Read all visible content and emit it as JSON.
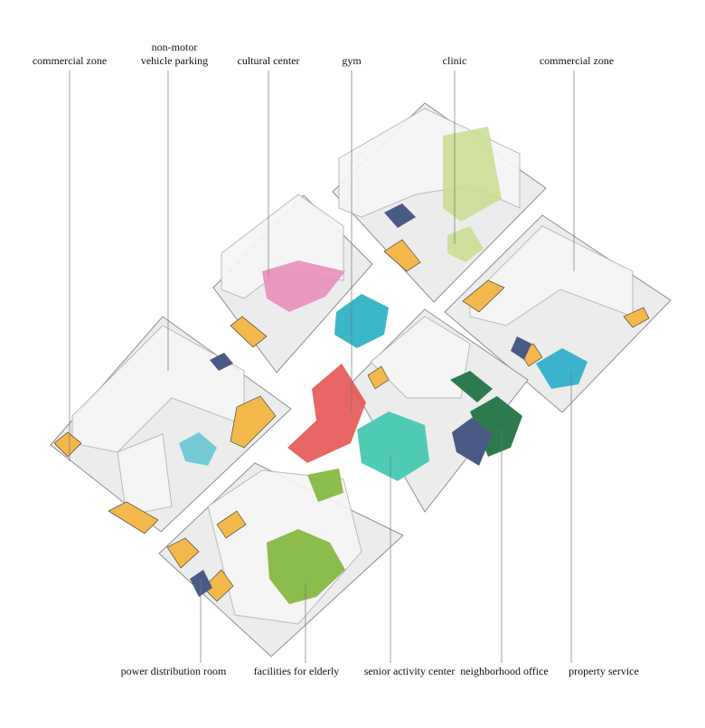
{
  "top_labels": [
    {
      "id": "commercial-zone-left",
      "text": "commercial zone"
    },
    {
      "id": "non-motor-parking",
      "line1": "non-motor",
      "line2": "vehicle parking"
    },
    {
      "id": "cultural-center",
      "text": "cultural center"
    },
    {
      "id": "gym",
      "text": "gym"
    },
    {
      "id": "clinic",
      "text": "clinic"
    },
    {
      "id": "commercial-zone-right",
      "text": "commercial zone"
    }
  ],
  "bottom_labels": [
    {
      "id": "power-distribution-room",
      "text": "power distribution room"
    },
    {
      "id": "facilities-for-elderly",
      "text": "facilities for elderly"
    },
    {
      "id": "senior-activity-center",
      "text": "senior activity center"
    },
    {
      "id": "neighborhood-office",
      "text": "neighborhood office"
    },
    {
      "id": "property-service",
      "text": "property service"
    }
  ],
  "colors": {
    "plate": "#ebebeb",
    "plate_edge": "#9a9a9a",
    "shadow": "#2a2a2a",
    "commercial": "#f2b84b",
    "cultural": "#e98dbd",
    "gym": "#3bb6c6",
    "plaza": "#e55a57",
    "senior": "#4fcbb5",
    "office": "#2e7a4f",
    "power": "#4a5a86",
    "elderly": "#8cbc4c",
    "clinic": "#c9dc8e",
    "property": "#3bb3cc"
  }
}
